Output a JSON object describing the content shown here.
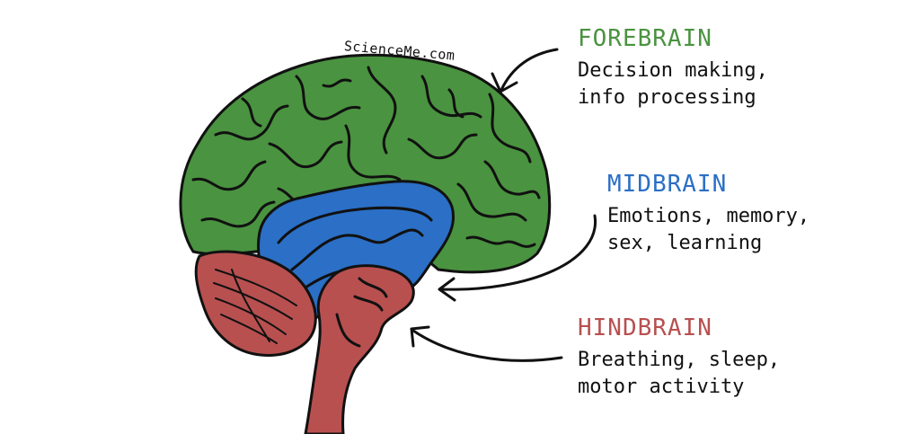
{
  "watermark": "ScienceMe.com",
  "colors": {
    "forebrain": "#4a9340",
    "midbrain": "#2b6fc6",
    "hindbrain": "#b85050",
    "outline": "#111111"
  },
  "regions": [
    {
      "id": "forebrain",
      "title": "FOREBRAIN",
      "lines": [
        "Decision making,",
        "info processing"
      ]
    },
    {
      "id": "midbrain",
      "title": "MIDBRAIN",
      "lines": [
        "Emotions, memory,",
        "sex, learning"
      ]
    },
    {
      "id": "hindbrain",
      "title": "HINDBRAIN",
      "lines": [
        "Breathing, sleep,",
        "motor activity"
      ]
    }
  ]
}
